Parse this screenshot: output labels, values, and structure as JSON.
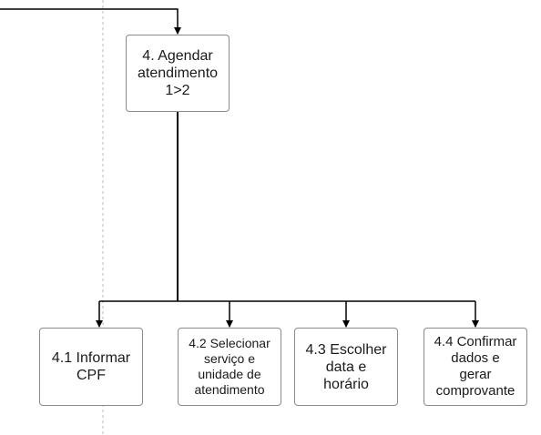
{
  "diagram": {
    "root": {
      "label": "4. Agendar\natendimento\n1>2"
    },
    "children": [
      {
        "label": "4.1 Informar\nCPF"
      },
      {
        "label": "4.2 Selecionar\nserviço e\nunidade de\natendimento"
      },
      {
        "label": "4.3 Escolher\ndata e\nhorário"
      },
      {
        "label": "4.4 Confirmar\ndados e\ngerar\ncomprovante"
      }
    ]
  },
  "colors": {
    "connector": "#000000",
    "node_border": "#8a8a8a",
    "swimlane_divider": "#bbbbbb"
  }
}
